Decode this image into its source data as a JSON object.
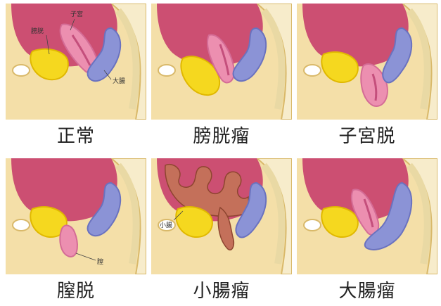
{
  "captions": [
    "正常",
    "膀胱瘤",
    "子宮脱",
    "膣脱",
    "小腸瘤",
    "大腸瘤"
  ],
  "labels": {
    "bladder": "膀胱",
    "uterus": "子宮",
    "rectum": "大腸",
    "vagina": "膣",
    "small_intestine": "小腸"
  },
  "colors": {
    "body_tan": "#f4dfa8",
    "body_outline": "#d9b96a",
    "abdomen": "#cc4f72",
    "bladder_yellow": "#f5d81f",
    "uterus_pink": "#ec8fb0",
    "rectum_blue": "#8b93d6",
    "intestine_brown": "#c4705a"
  }
}
